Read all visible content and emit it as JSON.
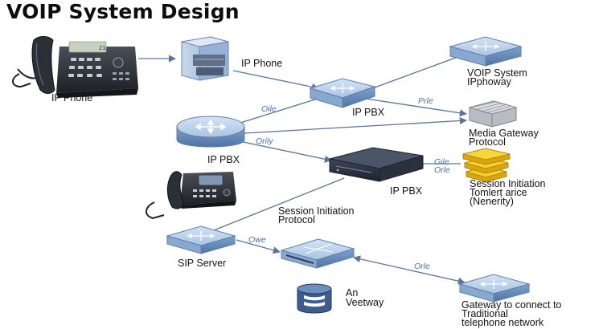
{
  "title": "VOIP System Design",
  "nodes": {
    "desk_phone": "IP Phone",
    "phone_box": "IP Phone",
    "ip_pbx_router": "IP PBX",
    "ip_pbx_center": "IP PBX",
    "ip_pbx_device": "IP PBX",
    "voip_system_line1": "VOIP System",
    "voip_system_line2": "IPphoway",
    "media_gateway_line1": "Media Gateway",
    "media_gateway_line2": "Protocol",
    "sip_stack_line1": "Session Initiation",
    "sip_stack_line2": "Tomlert arice",
    "sip_stack_line3": "(Nenerity)",
    "sip_protocol_line1": "Session Initiation",
    "sip_protocol_line2": "Protocol",
    "sip_server": "SIP Server",
    "vgateway_line1": "An",
    "vgateway_line2": "Veetway",
    "gateway_line1": "Gateway to connect to",
    "gateway_line2": "Traditional",
    "gateway_line3": "telephone network",
    "lcd_text": "21"
  },
  "edge_labels": {
    "router_to_pbx": "Oile",
    "pbx_to_media": "Prle",
    "router_to_device": "Orily",
    "device_to_stack_1": "Gile",
    "device_to_stack_2": "Orle",
    "sip_to_switch": "Owe",
    "switch_to_gateway": "Orle"
  },
  "colors": {
    "line": "#5a7597",
    "node_blue_top": "#b9d0ea",
    "node_blue_side": "#6f93c1",
    "device_dark": "#2c3442",
    "stack_yellow": "#f2c417",
    "label_accent": "#4d6fa6"
  }
}
